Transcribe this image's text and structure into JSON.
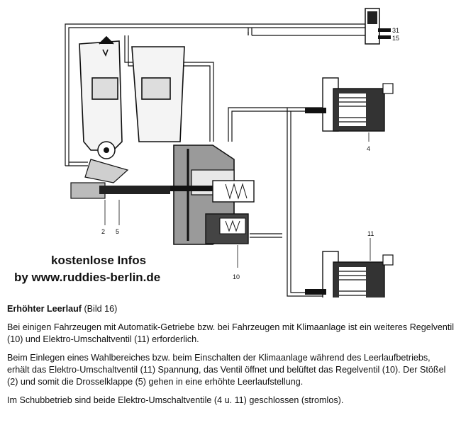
{
  "diagram": {
    "labels": {
      "l31": "31",
      "l15": "15",
      "l4": "4",
      "l11": "11",
      "l2": "2",
      "l5": "5",
      "l10": "10"
    }
  },
  "watermark": {
    "line1": "kostenlose Infos",
    "line2": "by  www.ruddies-berlin.de"
  },
  "article": {
    "heading_bold": "Erhöhter Leerlauf",
    "heading_rest": " (Bild 16)",
    "p1": "Bei einigen Fahrzeugen mit Automatik-Getriebe bzw. bei Fahrzeugen mit Klimaanlage ist ein weiteres Regelventil (10) und Elektro-Umschaltventil (11) erforderlich.",
    "p2": "Beim Einlegen eines Wahlbereiches bzw. beim Einschalten der Klimaanlage während des Leerlaufbetriebs, erhält das Elektro-Umschaltventil (11) Spannung, das Ventil öffnet und belüftet das Regelventil (10). Der Stößel (2) und somit die Drosselklappe (5) gehen in eine erhöhte Leerlaufstellung.",
    "p3": "Im Schubbetrieb sind beide Elektro-Umschaltventile (4 u. 11) geschlossen (stromlos)."
  }
}
